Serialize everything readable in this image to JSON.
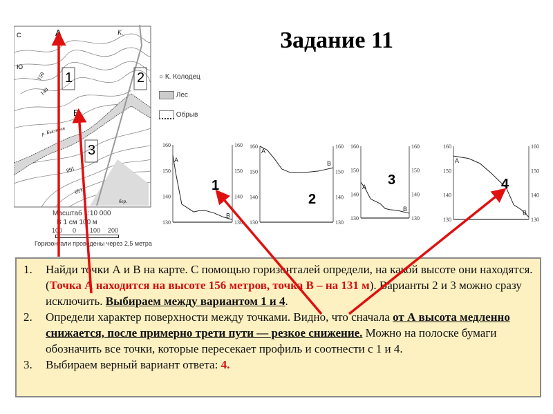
{
  "title": "Задание 11",
  "map": {
    "north_label": "С",
    "south_label": "Ю",
    "point_a": "А",
    "point_b": "В",
    "well_mark": "К.",
    "squares": [
      "1",
      "2",
      "3"
    ],
    "contours": [
      "150",
      "140",
      "160",
      "150"
    ],
    "river": "р. Быстрая",
    "bereza": "бер.",
    "legend": [
      {
        "icon": "well-icon",
        "label": "Колодец"
      },
      {
        "icon": "forest-icon",
        "label": "Лес"
      },
      {
        "icon": "cliff-icon",
        "label": "Обрыв"
      }
    ],
    "scale_title": "Масштаб 1:10 000",
    "scale_sub": "В 1 см 100 м",
    "scale_ticks": [
      "100",
      "0",
      "100",
      "200"
    ],
    "contour_note": "Горизонтали проведены через 2,5 метра"
  },
  "profiles": [
    {
      "label": "1",
      "left_ticks": [
        "160",
        "150",
        "140",
        "130"
      ],
      "right_ticks": [
        "160",
        "150",
        "140",
        "130"
      ],
      "a": "А",
      "b": "В",
      "distance": [
        0,
        0.05,
        0.15,
        0.25,
        0.35,
        0.45,
        0.55,
        0.7,
        0.85,
        1
      ],
      "elevation": [
        156,
        149,
        137,
        135.5,
        134,
        134.5,
        134.5,
        133.5,
        132,
        131
      ]
    },
    {
      "label": "2",
      "left_ticks": [
        "160",
        "150",
        "140",
        "130"
      ],
      "right_ticks": [
        "160",
        "150",
        "140",
        "130"
      ],
      "a": "А",
      "b": "В",
      "distance": [
        0,
        0.1,
        0.2,
        0.3,
        0.4,
        0.5,
        0.6,
        0.8,
        1
      ],
      "elevation": [
        160,
        158.5,
        155,
        151,
        149.8,
        149.6,
        149.6,
        150.2,
        151.5
      ],
      "a_value_label": "160"
    },
    {
      "label": "3",
      "left_ticks": [
        "160",
        "150",
        "140",
        "130"
      ],
      "right_ticks": [
        "160",
        "150",
        "140",
        "130"
      ],
      "a": "А",
      "b": "В",
      "distance": [
        0,
        0.1,
        0.2,
        0.3,
        0.4,
        0.5,
        0.6,
        0.75,
        0.9,
        1
      ],
      "elevation": [
        145,
        142,
        138,
        137,
        136,
        134,
        133.5,
        133.2,
        132.5,
        132
      ]
    },
    {
      "label": "4",
      "left_ticks": [
        "160",
        "150",
        "140",
        "130"
      ],
      "right_ticks": [
        "160",
        "150",
        "140",
        "130"
      ],
      "a": "А",
      "b": "В",
      "distance": [
        0,
        0.2,
        0.35,
        0.5,
        0.6,
        0.7,
        0.8,
        0.9,
        1
      ],
      "elevation": [
        156,
        155,
        153,
        149,
        146,
        143,
        136,
        134,
        131
      ]
    }
  ],
  "steps": [
    {
      "number": "1.",
      "text_1": "Найди точки А и В на карте. С помощью горизонталей определи, на какой высоте они находятся. (",
      "red_1": "Точка А находится на высоте 156 метров, точка В – на 131 м",
      "text_2": "). Варианты 2 и 3 можно сразу исключить. ",
      "emph": "Выбираем между вариантом 1 и 4",
      "text_3": "."
    },
    {
      "number": "2.",
      "text_1": "Определи характер поверхности между точками. Видно, что сначала ",
      "emph": "от А высота медленно снижается, после примерно трети пути — резкое снижение.",
      "text_2": " Можно на полоске бумаги обозначить все точки, которые пересекает профиль и соотнести с 1 и 4."
    },
    {
      "number": "3.",
      "text_1": "Выбираем верный вариант ответа: ",
      "red_1": "4."
    }
  ],
  "colors": {
    "arrow": "#e01010",
    "answer": "#d01010",
    "box_bg": "#fdf0c1",
    "box_border": "#8a8a8a"
  }
}
